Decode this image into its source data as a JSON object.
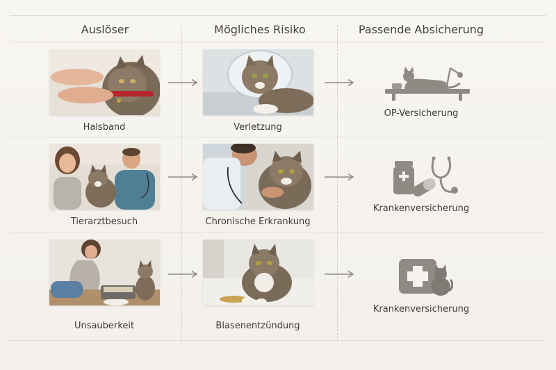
{
  "headers": {
    "trigger": "Auslöser",
    "risk": "Mögliches Risiko",
    "coverage": "Passende Absicherung"
  },
  "rows": [
    {
      "trigger": "Halsband",
      "risk": "Verletzung",
      "coverage": "OP-Versicherung",
      "coverage_icon": "surgery-table-cat-icon"
    },
    {
      "trigger": "Tierarztbesuch",
      "risk": "Chronische Erkrankung",
      "coverage": "Krankenversicherung",
      "coverage_icon": "medication-stethoscope-icon"
    },
    {
      "trigger": "Unsauberkeit",
      "risk": "Blasenentzündung",
      "coverage": "Krankenversicherung",
      "coverage_icon": "medical-cross-cat-icon"
    }
  ],
  "colors": {
    "background": "#f6f3ef",
    "icon_gray": "#8f8a84",
    "arrow": "#8d8984"
  }
}
